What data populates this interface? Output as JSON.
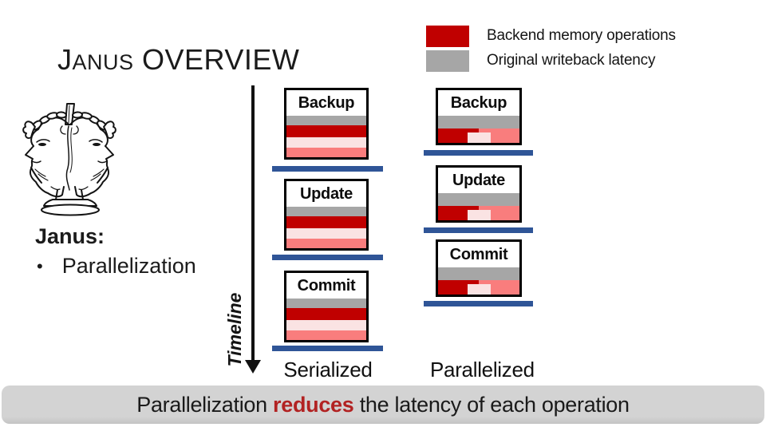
{
  "title": {
    "lead": "J",
    "small": "ANUS",
    "rest": " OVERVIEW"
  },
  "legend": {
    "items": [
      {
        "label": "Backend memory operations",
        "color": "#C00000"
      },
      {
        "label": "Original writeback latency",
        "color": "#A6A6A6"
      }
    ]
  },
  "left_panel": {
    "heading": "Janus:",
    "bullet": "•",
    "bullet_text": "Parallelization"
  },
  "timeline": {
    "label": "Timeline"
  },
  "columns": {
    "serialized": {
      "label": "Serialized",
      "boxes": [
        {
          "label": "Backup"
        },
        {
          "label": "Update"
        },
        {
          "label": "Commit"
        }
      ]
    },
    "parallelized": {
      "label": "Parallelized",
      "boxes": [
        {
          "label": "Backup"
        },
        {
          "label": "Update"
        },
        {
          "label": "Commit"
        }
      ]
    }
  },
  "banner": {
    "pre": "Parallelization ",
    "emph": "reduces",
    "post": " the latency of each operation"
  },
  "icons": {
    "janus_illustration": "two-faced-janus-head",
    "timeline_arrowhead": "down-arrow",
    "legend_swatches": [
      "red-square",
      "gray-square"
    ]
  },
  "colors": {
    "accent_red": "#C00000",
    "swatch_gray": "#A6A6A6",
    "pale_pink": "#FAE3E3",
    "salmon": "#F97D7D",
    "bar_blue": "#2F5597",
    "banner_bg": "#D3D3D3",
    "emphasis_red": "#B22222",
    "ink": "#141414"
  }
}
